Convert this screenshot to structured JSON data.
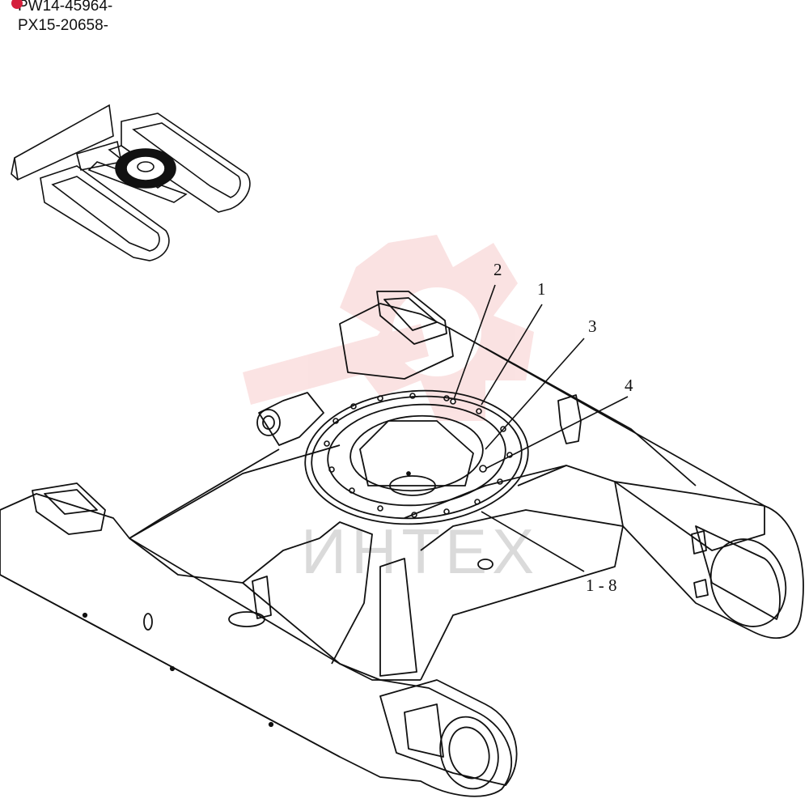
{
  "serial_numbers": [
    "PW14-45964-",
    "PX15-20658-"
  ],
  "callouts": {
    "c1": "1",
    "c2": "2",
    "c3": "3",
    "c4": "4",
    "c18": "1 - 8"
  },
  "watermark": {
    "text": "ИНТЕХ",
    "color": "#f2a8a8"
  },
  "colors": {
    "line": "#111111",
    "bullet": "#d4213d"
  }
}
